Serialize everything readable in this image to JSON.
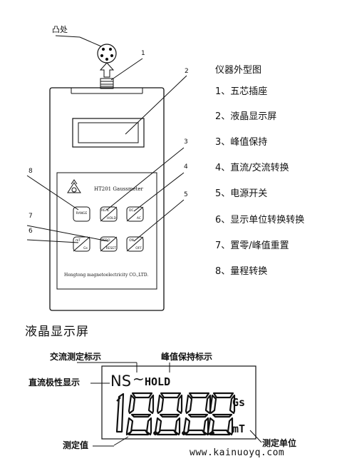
{
  "device": {
    "connector_label": "凸处",
    "model": "HT201 Gaussmeter",
    "manufacturer": "Hengtong magnetoelectricity CO.,LTD.",
    "buttons": {
      "range": "RANGE",
      "real_top": "REAL",
      "real_bottom": "HOLD",
      "dcac_top": "DC",
      "dcac_bottom": "AC",
      "mtgs_top": "mT",
      "mtgs_bottom": "Gs",
      "zero_top": "ZERO",
      "zero_bottom": "RESET",
      "onoff_top": "ON",
      "onoff_bottom": "OFF"
    },
    "callout_numbers": [
      "1",
      "2",
      "3",
      "4",
      "5",
      "6",
      "7",
      "8"
    ]
  },
  "legend": {
    "title": "仪器外型图",
    "items": [
      "1、五芯插座",
      "2、液晶显示屏",
      "3、峰值保持",
      "4、直流/交流转换",
      "5、电源开关",
      "6、显示单位转换转换",
      "7、置零/峰值重置",
      "8、量程转换"
    ]
  },
  "lcd": {
    "section_title": "液晶显示屏",
    "labels": {
      "ac": "交流测定标示",
      "hold_label": "峰值保持标示",
      "polarity": "直流极性显示",
      "value": "测定值",
      "unit": "测定单位"
    },
    "indicator_ns": "NS",
    "indicator_tilde": "~",
    "indicator_hold": "HOLD",
    "digits": "18.8.8.8",
    "unit_top": "Gs",
    "unit_bottom": "mT"
  },
  "footer": {
    "url": "www.kainuoyq.com"
  }
}
